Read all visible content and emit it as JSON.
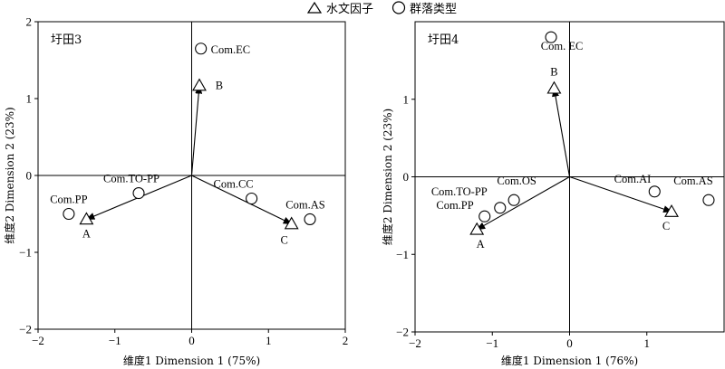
{
  "legend": {
    "hydro_label": "水文因子",
    "community_label": "群落类型"
  },
  "chart_data": [
    {
      "type": "scatter",
      "panel_label": "圩田3",
      "xlabel": "维度1 Dimension 1 (75%)",
      "ylabel": "维度2 Dimension 2 (23%)",
      "xlim": [
        -2,
        2
      ],
      "ylim": [
        -2,
        2
      ],
      "xticks": [
        -2,
        -1,
        0,
        1,
        2
      ],
      "yticks": [
        -2,
        -1,
        0,
        1,
        2
      ],
      "hydro_factors": [
        {
          "name": "A",
          "x": -1.37,
          "y": -0.57
        },
        {
          "name": "B",
          "x": 0.1,
          "y": 1.17
        },
        {
          "name": "C",
          "x": 1.3,
          "y": -0.63
        }
      ],
      "communities": [
        {
          "name": "Com.PP",
          "x": -1.6,
          "y": -0.5
        },
        {
          "name": "Com.TO-PP",
          "x": -0.69,
          "y": -0.23
        },
        {
          "name": "Com.EC",
          "x": 0.12,
          "y": 1.65
        },
        {
          "name": "Com.CC",
          "x": 0.78,
          "y": -0.3
        },
        {
          "name": "Com.AS",
          "x": 1.54,
          "y": -0.57
        }
      ]
    },
    {
      "type": "scatter",
      "panel_label": "圩田4",
      "xlabel": "维度1 Dimension 1 (76%)",
      "ylabel": "维度2 Dimension 2 (23%)",
      "xlim": [
        -2,
        2
      ],
      "ylim": [
        -2,
        2
      ],
      "xticks": [
        -2,
        -1,
        0,
        1
      ],
      "yticks": [
        -2,
        -1,
        0,
        1
      ],
      "hydro_factors": [
        {
          "name": "A",
          "x": -1.2,
          "y": -0.68
        },
        {
          "name": "B",
          "x": -0.2,
          "y": 1.14
        },
        {
          "name": "C",
          "x": 1.32,
          "y": -0.45
        }
      ],
      "communities": [
        {
          "name": "Com.PP",
          "x": -1.1,
          "y": -0.51
        },
        {
          "name": "Com.TO-PP",
          "x": -0.9,
          "y": -0.4
        },
        {
          "name": "Com.OS",
          "x": -0.72,
          "y": -0.3
        },
        {
          "name": "Com. EC",
          "x": -0.24,
          "y": 1.8
        },
        {
          "name": "Com.AI",
          "x": 1.1,
          "y": -0.19
        },
        {
          "name": "Com.AS",
          "x": 1.8,
          "y": -0.3
        }
      ]
    }
  ]
}
